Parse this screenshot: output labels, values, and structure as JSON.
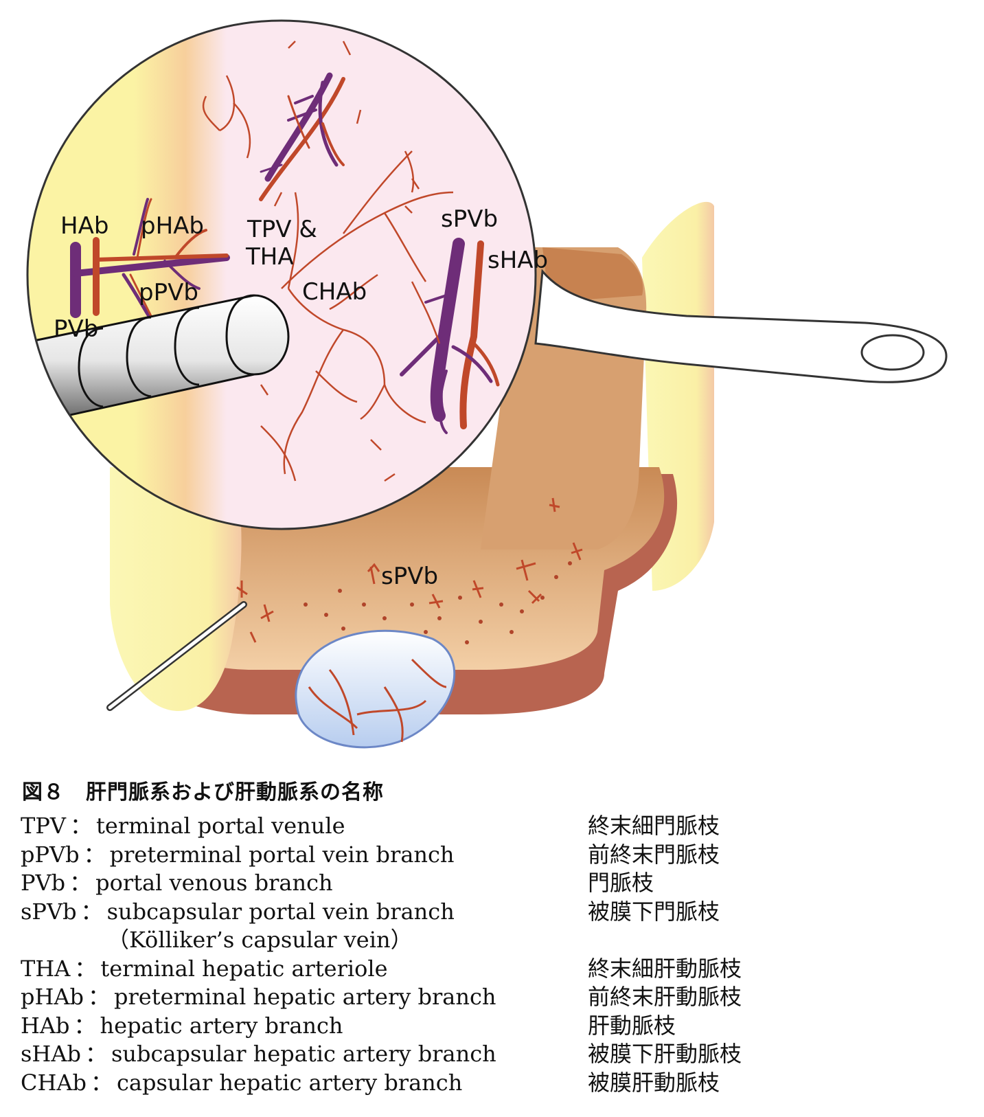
{
  "figure": {
    "labels": {
      "hab": "HAb",
      "phab": "pHAb",
      "ppvb": "pPVb",
      "pvb": "PVb",
      "tpv_line1": "TPV &",
      "tpv_line2": "THA",
      "chab": "CHAb",
      "spvb_top": "sPVb",
      "shab": "sHAb",
      "spvb_bottom": "sPVb"
    },
    "colors": {
      "artery": "#c0482a",
      "vein": "#6e2d78",
      "liver": "#d49a6a",
      "lens_bg": "#fbe8ef",
      "fat": "#fbf6a8",
      "gallbladder": "#dde8f8"
    }
  },
  "caption": {
    "title": "図８　肝門脈系および肝動脈系の名称"
  },
  "legend": [
    {
      "abbr": "TPV",
      "sep": "：",
      "desc": "terminal portal venule",
      "ja": "終末細門脈枝"
    },
    {
      "abbr": "pPVb",
      "sep": "：",
      "desc": "preterminal portal vein branch",
      "ja": "前終末門脈枝"
    },
    {
      "abbr": "PVb",
      "sep": "：",
      "desc": "portal venous branch",
      "ja": "門脈枝"
    },
    {
      "abbr": "sPVb",
      "sep": "：",
      "desc": "subcapsular portal vein branch",
      "ja": "被膜下門脈枝"
    },
    {
      "abbr": "",
      "sep": "",
      "desc": "（Kölliker’s capsular vein）",
      "ja": ""
    },
    {
      "abbr": "THA",
      "sep": "：",
      "desc": "terminal hepatic arteriole",
      "ja": "終末細肝動脈枝"
    },
    {
      "abbr": "pHAb",
      "sep": "：",
      "desc": "preterminal hepatic artery branch",
      "ja": "前終末肝動脈枝"
    },
    {
      "abbr": "HAb",
      "sep": "：",
      "desc": "hepatic artery branch",
      "ja": "肝動脈枝"
    },
    {
      "abbr": "sHAb",
      "sep": "：",
      "desc": "subcapsular hepatic artery branch",
      "ja": "被膜下肝動脈枝"
    },
    {
      "abbr": "CHAb",
      "sep": "：",
      "desc": "capsular hepatic artery branch",
      "ja": "被膜肝動脈枝"
    }
  ]
}
